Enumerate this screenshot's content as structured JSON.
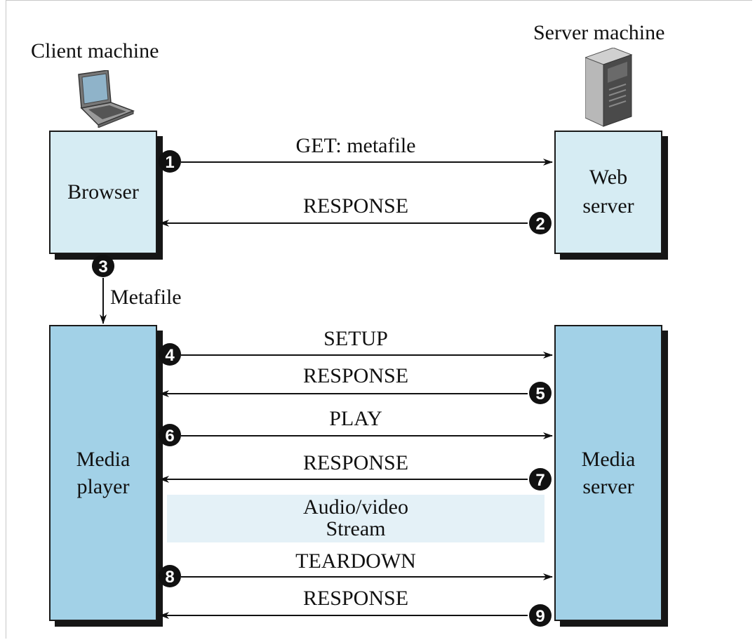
{
  "client_label": "Client machine",
  "server_label": "Server machine",
  "boxes": {
    "browser": "Browser",
    "web_server_line1": "Web",
    "web_server_line2": "server",
    "media_player_line1": "Media",
    "media_player_line2": "player",
    "media_server_line1": "Media",
    "media_server_line2": "server"
  },
  "metafile_label": "Metafile",
  "stream_line1": "Audio/video",
  "stream_line2": "Stream",
  "messages": [
    {
      "step": "1",
      "label": "GET: metafile"
    },
    {
      "step": "2",
      "label": "RESPONSE"
    },
    {
      "step": "3",
      "label": "Metafile"
    },
    {
      "step": "4",
      "label": "SETUP"
    },
    {
      "step": "5",
      "label": "RESPONSE"
    },
    {
      "step": "6",
      "label": "PLAY"
    },
    {
      "step": "7",
      "label": "RESPONSE"
    },
    {
      "step": "8",
      "label": "TEARDOWN"
    },
    {
      "step": "9",
      "label": "RESPONSE"
    }
  ]
}
